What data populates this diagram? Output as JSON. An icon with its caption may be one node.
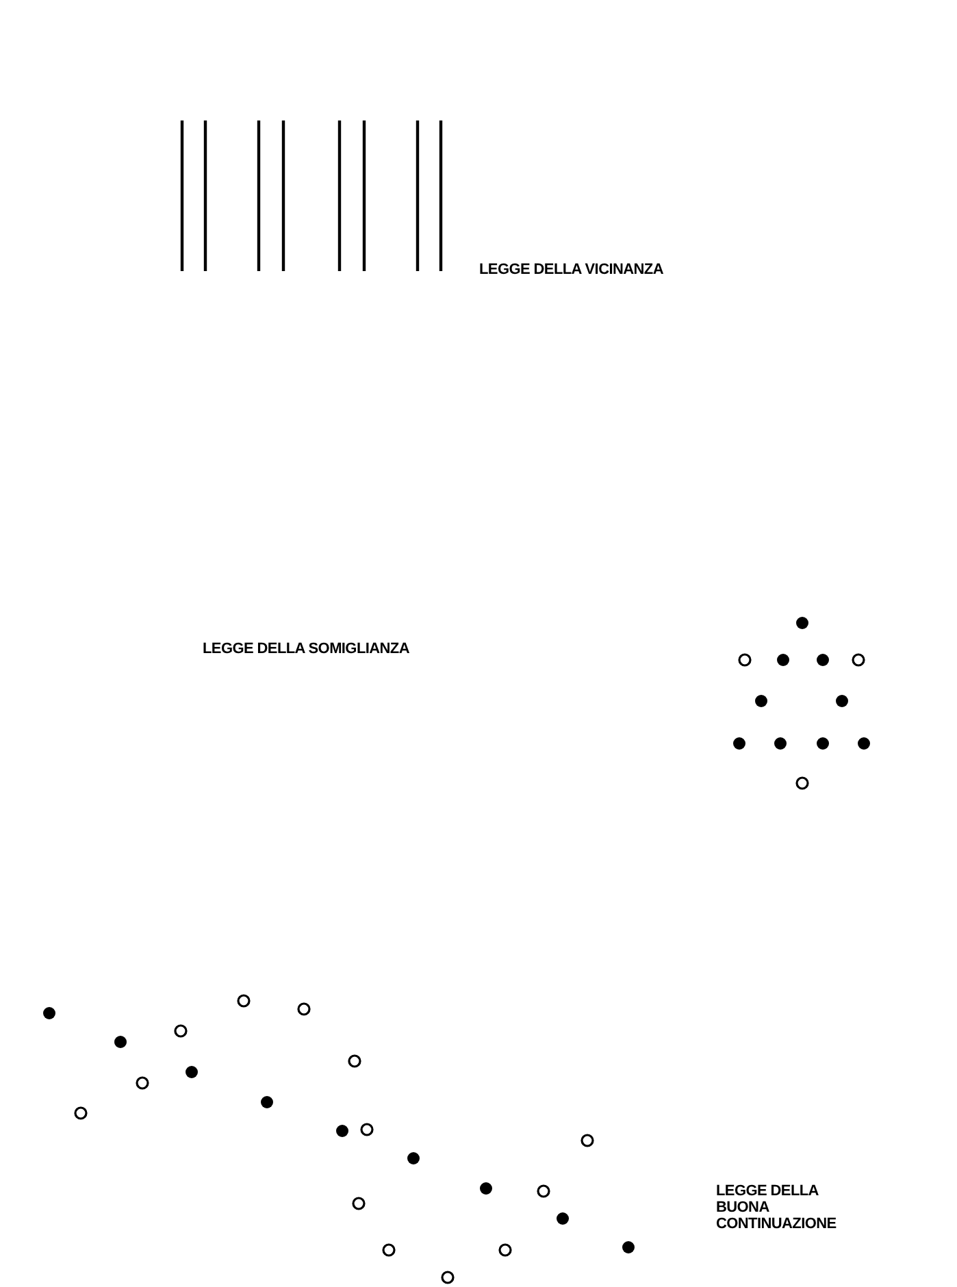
{
  "diagram": {
    "labels": [
      "LEGGE DELLA VICINANZA",
      "LEGGE DELLA SOMIGLIANZA",
      "LEGGE DELLA BUONA CONTINUAZIONE"
    ]
  }
}
